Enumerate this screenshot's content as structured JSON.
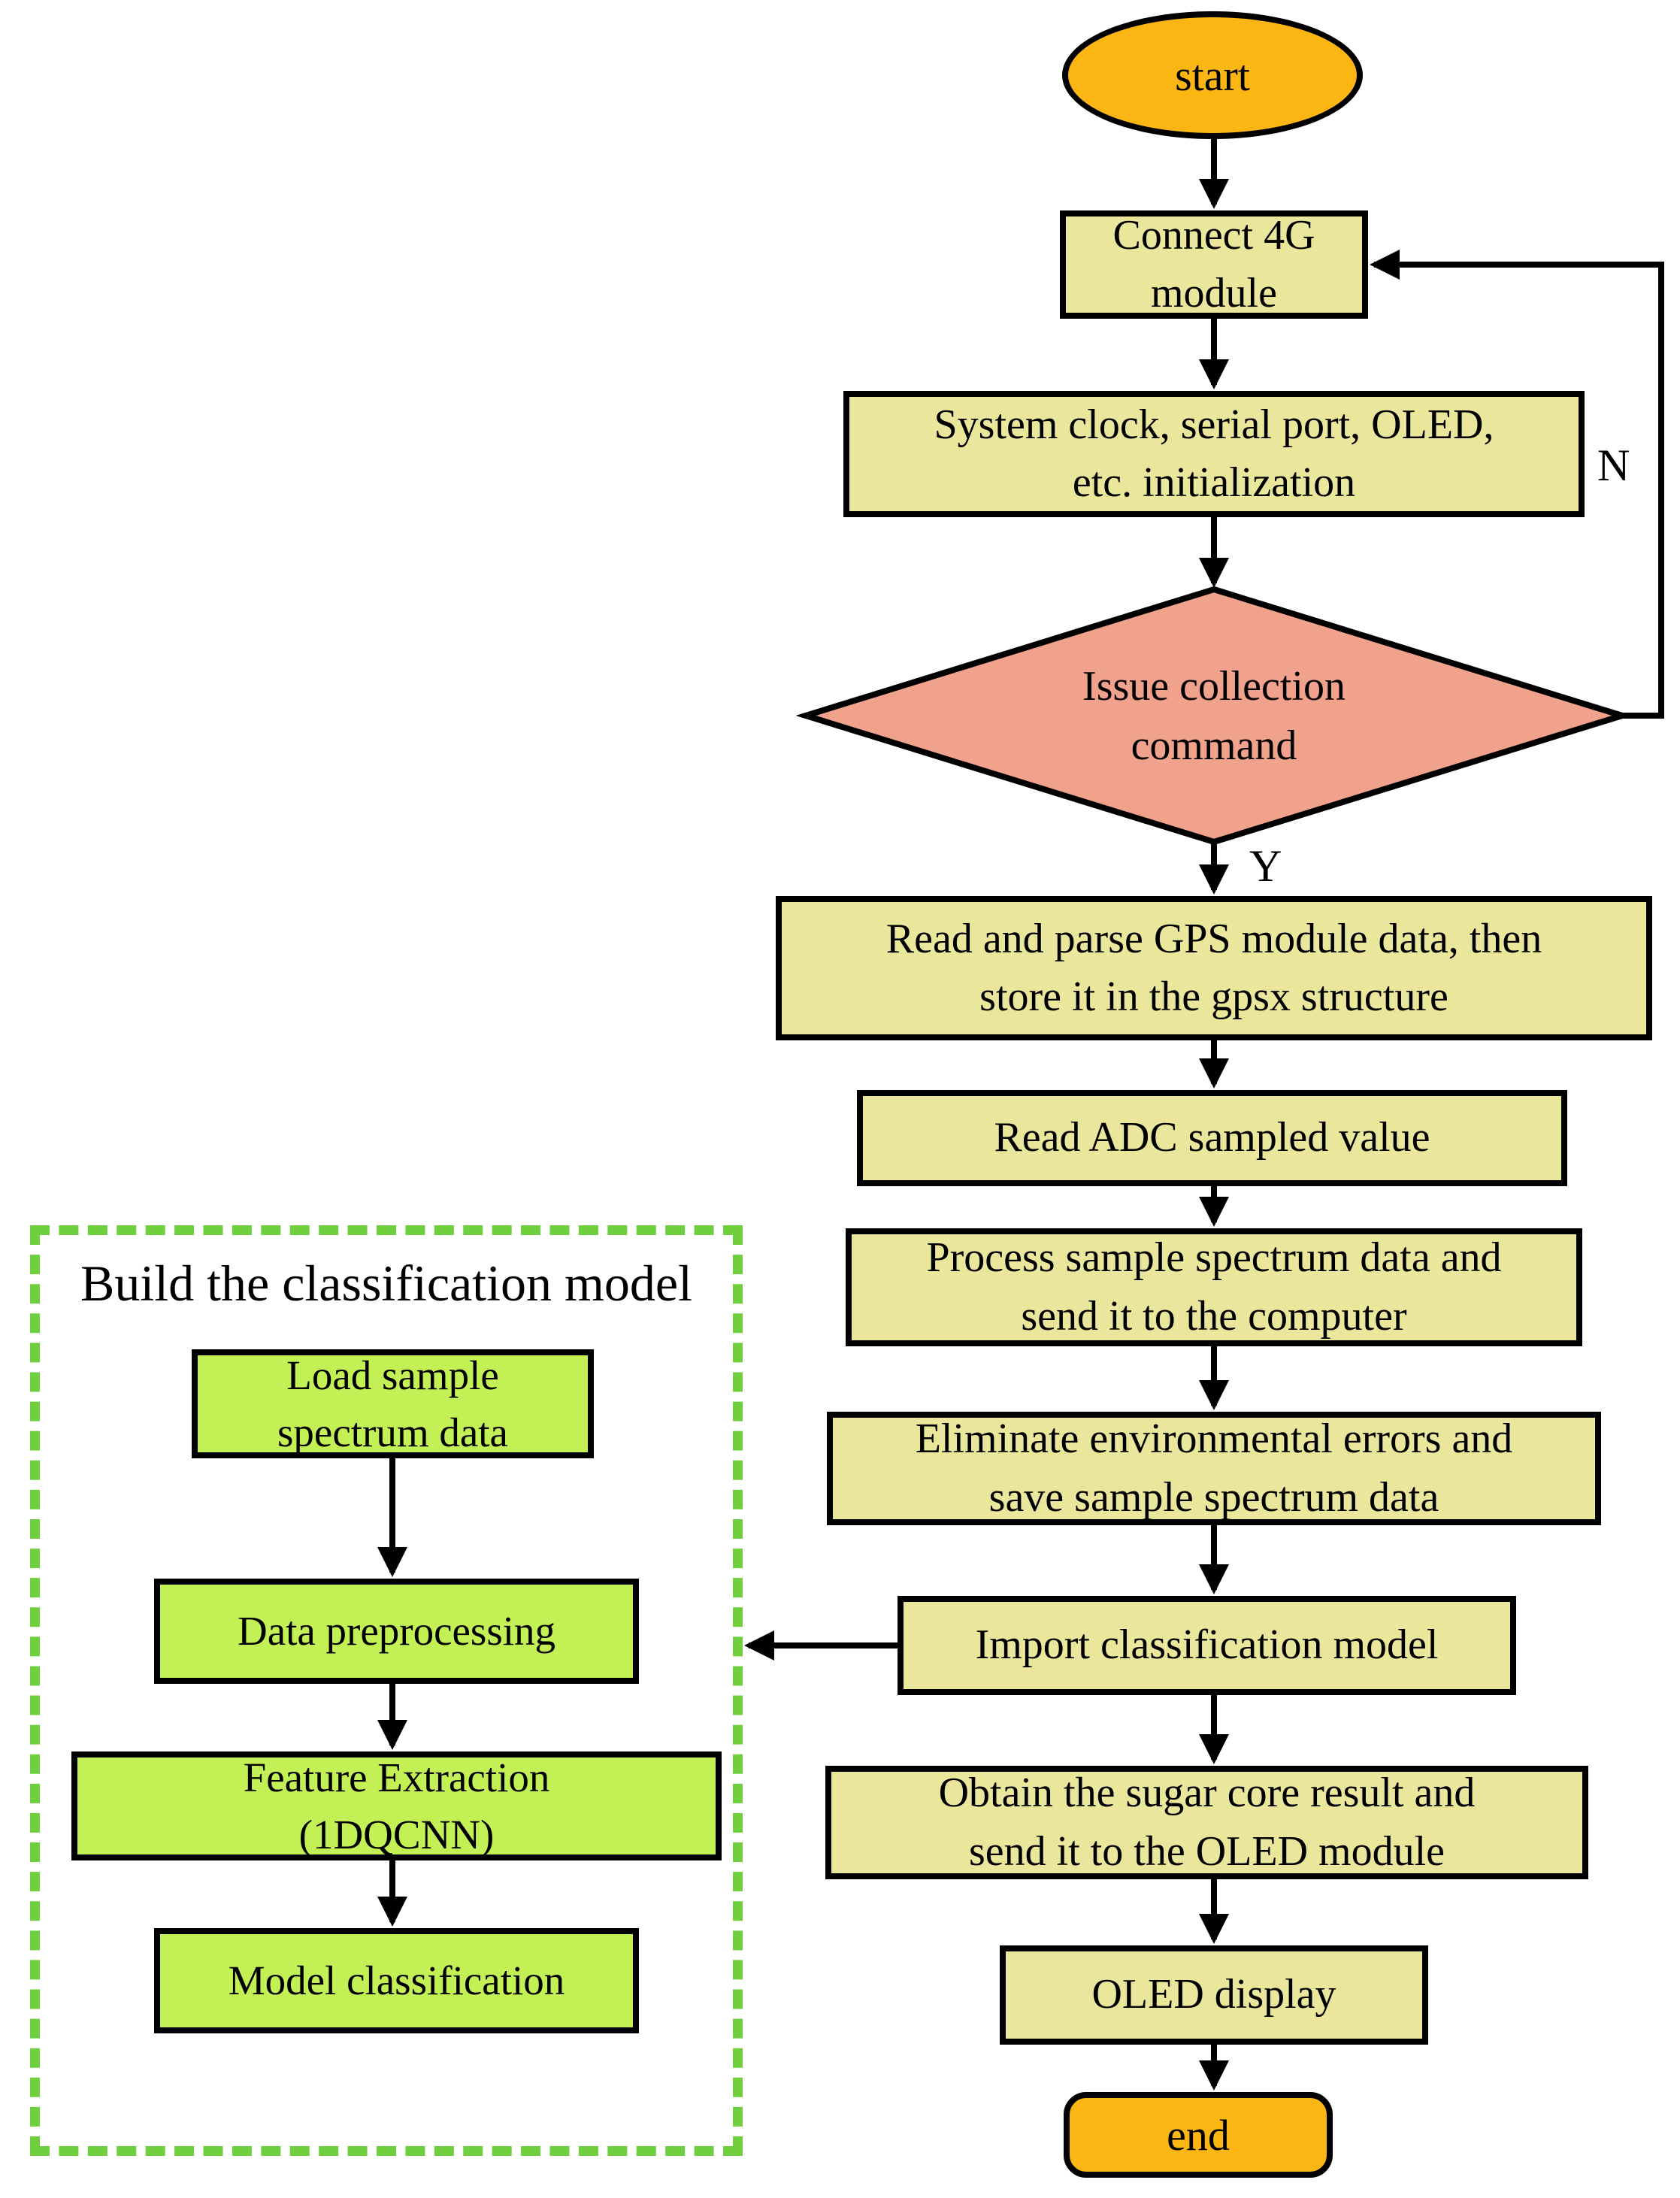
{
  "flow": {
    "nodes": {
      "start": {
        "lines": [
          "start"
        ]
      },
      "connect_4g": {
        "lines": [
          "Connect 4G",
          "module"
        ]
      },
      "init": {
        "lines": [
          "System clock, serial port, OLED,",
          "etc. initialization"
        ]
      },
      "decision": {
        "lines": [
          "Issue collection",
          "command"
        ]
      },
      "read_gps": {
        "lines": [
          "Read and parse GPS module data, then",
          "store it in the gpsx structure"
        ]
      },
      "read_adc": {
        "lines": [
          "Read ADC sampled value"
        ]
      },
      "process": {
        "lines": [
          "Process sample spectrum data and",
          "send it to the computer"
        ]
      },
      "eliminate": {
        "lines": [
          "Eliminate environmental errors and",
          "save sample spectrum data"
        ]
      },
      "import_model": {
        "lines": [
          "Import classification model"
        ]
      },
      "obtain": {
        "lines": [
          "Obtain the sugar core result and",
          "send it to the OLED module"
        ]
      },
      "oled": {
        "lines": [
          "OLED display"
        ]
      },
      "end": {
        "lines": [
          "end"
        ]
      }
    },
    "branch_labels": {
      "yes": "Y",
      "no": "N"
    },
    "panel": {
      "title": "Build the classification model",
      "nodes": {
        "load": {
          "lines": [
            "Load sample",
            "spectrum data"
          ]
        },
        "preprocess": {
          "lines": [
            "Data preprocessing"
          ]
        },
        "feature": {
          "lines": [
            "Feature Extraction",
            "(1DQCNN)"
          ]
        },
        "classify": {
          "lines": [
            "Model classification"
          ]
        }
      }
    },
    "colors": {
      "terminal_fill": "#FBB614",
      "process_fill": "#EAE69C",
      "decision_fill": "#F1A28C",
      "model_step_fill": "#C3F055",
      "panel_border": "#6FCF3F",
      "outline": "#000000"
    }
  }
}
